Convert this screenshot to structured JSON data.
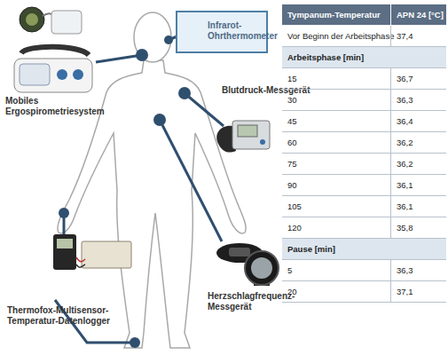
{
  "diagram": {
    "nodes": [
      {
        "text": [
          "Infrarot-Ohrthermometer"
        ]
      }
    ],
    "labels": [
      "Mobiles Ergospirometriesystem",
      "Blutdruck-Messgerät",
      "Herzschlagfrequenz-Messgerät",
      "Thermofox-Multisensor-Temperatur-Datenlogger",
      "Tympanum-Temperatur",
      "APN 24 [°C]",
      "Vor Beginn der Arbeitsphase",
      "37,4",
      "Arbeitsphase [min]",
      "15",
      "36,7",
      "30",
      "36,3",
      "45",
      "36,4",
      "60",
      "36,2",
      "75",
      "36,2",
      "90",
      "36,1",
      "105",
      "36,1",
      "120",
      "35,8",
      "Pause [min]",
      "5",
      "36,3",
      "20",
      "37,1"
    ]
  }
}
